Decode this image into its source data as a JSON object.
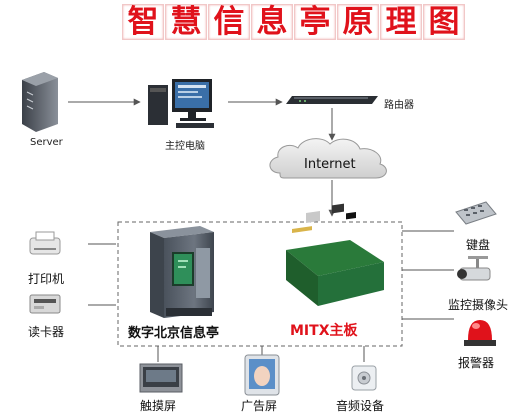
{
  "title": "智慧信息亭原理图",
  "title_chars": [
    "智",
    "慧",
    "信",
    "息",
    "亭",
    "原",
    "理",
    "图"
  ],
  "nodes": {
    "server": "Server",
    "host_pc": "主控电脑",
    "router": "路由器",
    "internet": "Internet",
    "kiosk": "数字北京信息亭",
    "mainboard": "MITX主板",
    "printer": "打印机",
    "card_reader": "读卡器",
    "keyboard": "键盘",
    "camera": "监控摄像头",
    "alarm": "报警器",
    "touchscreen": "触摸屏",
    "ad_screen": "广告屏",
    "audio": "音频设备"
  },
  "colors": {
    "title_red": "#e0121b",
    "mainboard_label_red": "#e0121b",
    "kiosk_body": "#5c6470",
    "screen_green": "#2f8f5a",
    "pcb_green": "#2a7a3a"
  }
}
